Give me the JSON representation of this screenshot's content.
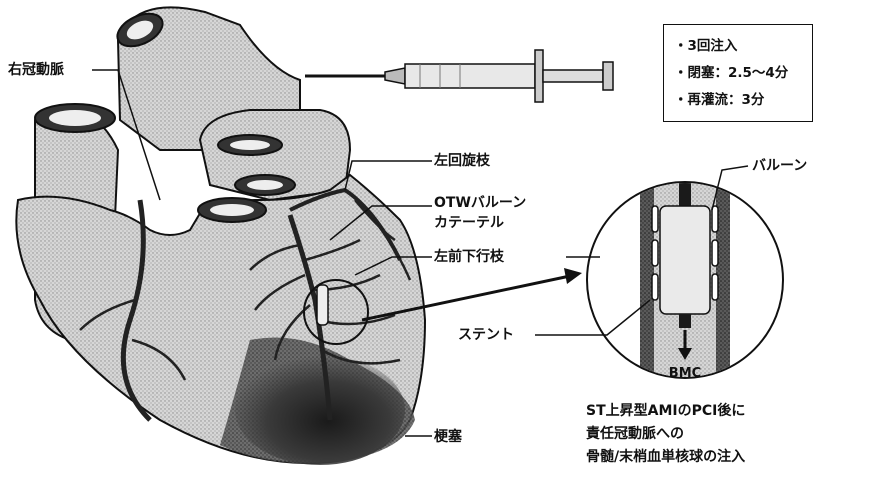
{
  "labels": {
    "right_coronary": "右冠動脈",
    "left_circumflex": "左回旋枝",
    "otw_balloon_line1": "OTWバルーン",
    "otw_balloon_line2": "カテーテル",
    "left_anterior_descending": "左前下行枝",
    "stent": "ステント",
    "infarct": "梗塞",
    "balloon": "バルーン",
    "bmc": "BMC"
  },
  "protocol_box": {
    "items": [
      "・3回注入",
      "・閉塞：2.5〜4分",
      "・再灌流：3分"
    ]
  },
  "caption": {
    "line1": "ST上昇型AMIのPCI後に",
    "line2": "責任冠動脈への",
    "line3": "骨髄/末梢血単核球の注入"
  },
  "colors": {
    "ink": "#111111",
    "heart_fill": "#cfcfcf",
    "vessel_dark": "#3a3a3a",
    "infarct_fill": "#2a2a2a",
    "balloon_fill": "#e6e6e6"
  }
}
